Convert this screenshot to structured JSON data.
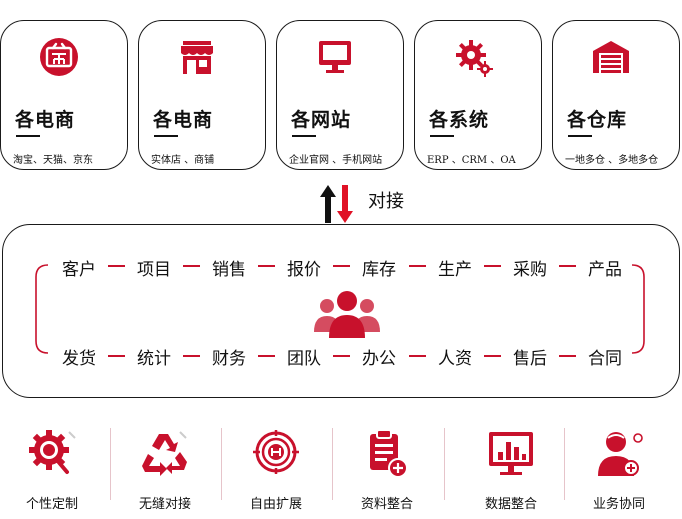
{
  "sources": [
    {
      "title": "各电商",
      "subtitle": "淘宝、天猫、京东",
      "icon": "shop-logo-icon"
    },
    {
      "title": "各电商",
      "subtitle": "实体店 、商铺",
      "icon": "storefront-icon"
    },
    {
      "title": "各网站",
      "subtitle": "企业官网 、手机网站",
      "icon": "monitor-icon"
    },
    {
      "title": "各系统",
      "subtitle": "ERP 、CRM 、OA",
      "icon": "gears-icon"
    },
    {
      "title": "各仓库",
      "subtitle": "一地多仓 、多地多仓",
      "icon": "warehouse-icon"
    }
  ],
  "connector": {
    "label": "对接"
  },
  "modules": {
    "top_row": [
      "客户",
      "项目",
      "销售",
      "报价",
      "库存",
      "生产",
      "采购",
      "产品"
    ],
    "bottom_row": [
      "发货",
      "统计",
      "财务",
      "团队",
      "办公",
      "人资",
      "售后",
      "合同"
    ],
    "center_icon": "team-icon"
  },
  "features": [
    {
      "label": "个性定制",
      "icon": "custom-gear-icon"
    },
    {
      "label": "无缝对接",
      "icon": "recycle-icon"
    },
    {
      "label": "自由扩展",
      "icon": "expand-target-icon"
    },
    {
      "label": "资料整合",
      "icon": "clipboard-add-icon"
    },
    {
      "label": "数据整合",
      "icon": "bar-chart-screen-icon"
    },
    {
      "label": "业务协同",
      "icon": "user-support-icon"
    }
  ],
  "colors": {
    "accent": "#c8112c",
    "border": "#1a1a1a"
  }
}
